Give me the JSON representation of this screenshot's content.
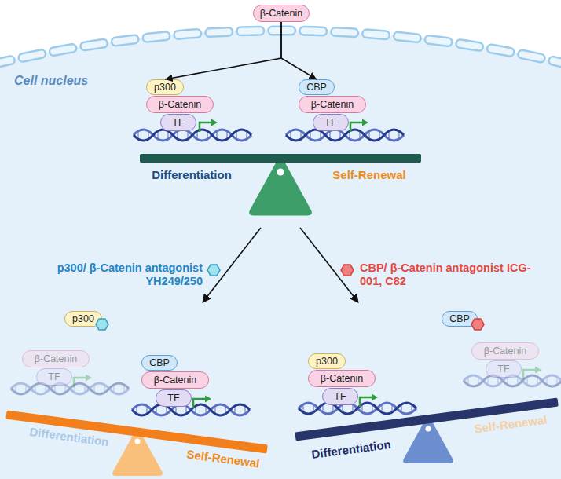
{
  "diagram": {
    "nodes": [
      {
        "text": [
          "β-Catenin"
        ]
      },
      {
        "text": [
          "Cell nucleus"
        ]
      },
      {
        "text": [
          "p300"
        ],
        "in": 1
      },
      {
        "text": [
          "β-Catenin"
        ],
        "in": 1
      },
      {
        "text": [
          "TF"
        ],
        "in": 1
      },
      {
        "text": [
          "CBP"
        ],
        "in": 1
      },
      {
        "text": [
          "β-Catenin"
        ],
        "in": 1
      },
      {
        "text": [
          "TF"
        ],
        "in": 1
      },
      {
        "text": [
          "p300"
        ],
        "in": 1
      },
      {
        "text": [
          "β-Catenin"
        ],
        "in": 1
      },
      {
        "text": [
          "TF"
        ],
        "in": 1
      },
      {
        "text": [
          "CBP"
        ],
        "in": 1
      },
      {
        "text": [
          "β-Catenin"
        ],
        "in": 1
      },
      {
        "text": [
          "TF"
        ],
        "in": 1
      },
      {
        "text": [
          "CBP"
        ],
        "in": 1
      },
      {
        "text": [
          "p300"
        ],
        "in": 1
      },
      {
        "text": [
          "β-Catenin"
        ],
        "in": 1
      },
      {
        "text": [
          "TF"
        ],
        "in": 1
      },
      {
        "text": [
          "β-Catenin"
        ],
        "in": 1
      },
      {
        "text": [
          "TF"
        ],
        "in": 1
      }
    ],
    "edges": [
      {
        "from": 0,
        "to": 2,
        "arrow": "to"
      },
      {
        "from": 0,
        "to": 5,
        "arrow": "to"
      }
    ],
    "labels": [
      "Differentiation",
      "Self-Renewal",
      "p300/ β-Catenin antagonist YH249/250",
      "CBP/ β-Catenin antagonist ICG-001, C82",
      "Differentiation",
      "Self-Renewal",
      "Differentiation",
      "Self-Renewal"
    ]
  }
}
